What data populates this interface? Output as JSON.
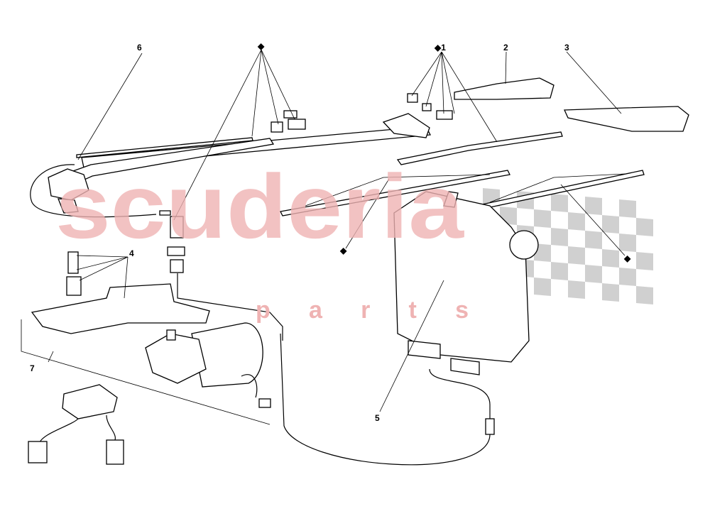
{
  "watermark": {
    "brand": "scuderia",
    "sub": "parts",
    "color": "#e8a0a0",
    "flag_color": "#d0d0d0"
  },
  "callouts": [
    {
      "id": "6",
      "text": "6"
    },
    {
      "id": "diamond-top",
      "text": "◆"
    },
    {
      "id": "1",
      "text": "◆1"
    },
    {
      "id": "2",
      "text": "2"
    },
    {
      "id": "3",
      "text": "3"
    },
    {
      "id": "4",
      "text": "4"
    },
    {
      "id": "diamond-mid",
      "text": "◆"
    },
    {
      "id": "diamond-right",
      "text": "◆"
    },
    {
      "id": "7",
      "text": "7"
    },
    {
      "id": "5",
      "text": "5"
    }
  ]
}
